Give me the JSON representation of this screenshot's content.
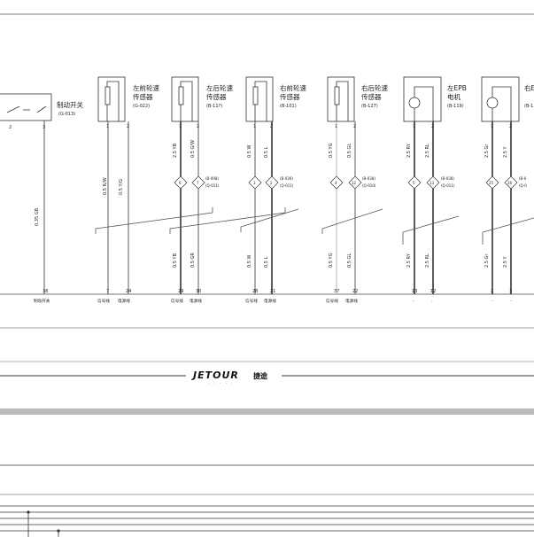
{
  "components": [
    {
      "id": "brake",
      "title_lines": [
        "制动开关"
      ],
      "code": "(G-013)",
      "pins": [
        "2",
        "3"
      ],
      "type": "switch"
    },
    {
      "id": "lf-speed",
      "title_lines": [
        "左前轮速",
        "传感器"
      ],
      "code": "(G-022)",
      "pins": [
        "1",
        "2"
      ],
      "type": "sensor"
    },
    {
      "id": "rf1-speed",
      "title_lines": [
        "左后轮速",
        "传感器"
      ],
      "code": "(B-11?)",
      "pins": [
        "1",
        "2"
      ],
      "type": "sensor"
    },
    {
      "id": "rf-speed",
      "title_lines": [
        "右前轮速",
        "传感器"
      ],
      "code": "(B-101)",
      "pins": [
        "1",
        "2"
      ],
      "type": "sensor"
    },
    {
      "id": "rr-speed",
      "title_lines": [
        "右后轮速",
        "传感器"
      ],
      "code": "(B-127)",
      "pins": [
        "1",
        "2"
      ],
      "type": "sensor"
    },
    {
      "id": "left-epb",
      "title_lines": [
        "左EPB",
        "电机"
      ],
      "code": "(B-119)",
      "pins": [
        "1",
        "2"
      ],
      "type": "motor"
    },
    {
      "id": "right-epb",
      "title_lines": [
        "右E"
      ],
      "code": "(B-1",
      "pins": [
        "1",
        "2"
      ],
      "type": "motor"
    }
  ],
  "wires": [
    {
      "top": "",
      "bottom": "0.35 GB",
      "pin": "38",
      "func": "制动开关"
    },
    {
      "top": "0.5 R/W",
      "bottom": "",
      "pin": "7",
      "func": "信号线"
    },
    {
      "top": "0.5 Y/G",
      "bottom": "",
      "pin": "24",
      "func": "电源线"
    },
    {
      "top": "2.5 YB",
      "bottom": "0.5 YB",
      "pin": "29",
      "func": "信号线"
    },
    {
      "top": "0.5 G/W",
      "bottom": "0.5 GR",
      "pin": "30",
      "func": "电源线"
    },
    {
      "top": "0.5 W",
      "bottom": "0.5 W",
      "pin": "28",
      "func": "信号线"
    },
    {
      "top": "0.5 L",
      "bottom": "0.5 L",
      "pin": "21",
      "func": "电源线"
    },
    {
      "top": "0.5 YG",
      "bottom": "0.5 YG",
      "pin": "37",
      "func": "信号线"
    },
    {
      "top": "0.5 GL",
      "bottom": "0.5 GL",
      "pin": "22",
      "func": "电源线"
    },
    {
      "top": "2.5 RY",
      "bottom": "2.5 RY",
      "pin": "13",
      "func": "-"
    },
    {
      "top": "2.5 RL",
      "bottom": "2.5 RL",
      "pin": "12",
      "func": "-"
    },
    {
      "top": "2.5 Gr",
      "bottom": "2.5 Gr",
      "pin": "2",
      "func": "-"
    },
    {
      "top": "2.5 Y",
      "bottom": "2.5 Y",
      "pin": "3",
      "func": "-"
    }
  ],
  "connectors": [
    {
      "left": "6",
      "right": "7",
      "codes": [
        "(B-098)",
        "(Q-011)"
      ]
    },
    {
      "left": "3",
      "right": "2",
      "codes": [
        "(B-036)",
        "(Q-011)"
      ]
    },
    {
      "left": "4",
      "right": "12",
      "codes": [
        "(B-038)",
        "(Q-010)"
      ]
    },
    {
      "left": "5",
      "right": "13",
      "codes": [
        "(B-038)",
        "(Q-011)"
      ]
    },
    {
      "left": "25",
      "right": "26",
      "codes": [
        "(B-0",
        "(Q-0"
      ]
    }
  ],
  "brand": {
    "name": "JETOUR",
    "chinese": "捷途",
    "subtitle": "· · · · ·"
  }
}
